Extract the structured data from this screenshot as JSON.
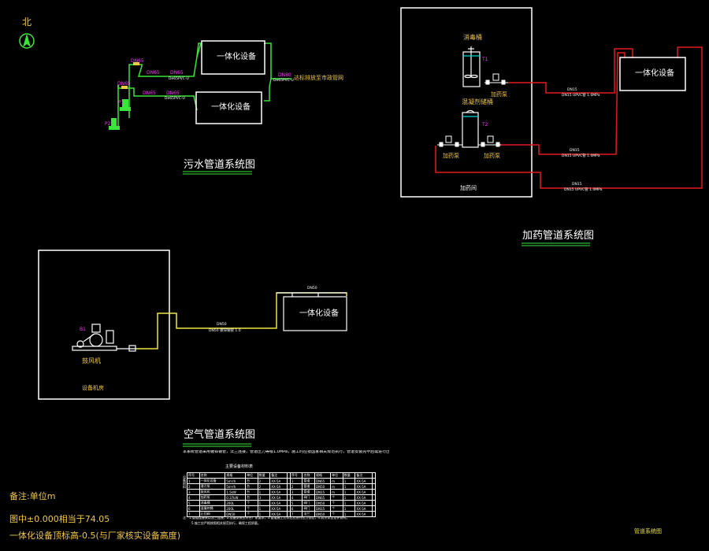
{
  "north_arrow": {
    "label": "北",
    "icon": "north-arrow-icon"
  },
  "sewage_system": {
    "title": "污水管道系统图",
    "equipment": [
      "一体化设备",
      "一体化设备"
    ],
    "pipe_labels": [
      "DN65",
      "DN65",
      "DN65",
      "DN65",
      "DN65",
      "DN65",
      "DN80"
    ],
    "pipe_spec": "De65PVC-U",
    "outlet_label": "达标排放至市政管网",
    "pump_labels": [
      "P1",
      "P2"
    ]
  },
  "dosing_system": {
    "title": "加药管道系统图",
    "room_label": "加药间",
    "tanks": [
      {
        "name": "消毒桶",
        "tag": "T1"
      },
      {
        "name": "混凝剂储桶",
        "tag": "T2"
      }
    ],
    "pumps": [
      "加药泵",
      "加药泵",
      "加药泵"
    ],
    "equipment": "一体化设备",
    "pipe_labels": [
      {
        "dn": "DN15",
        "spec": "DN15 UPVC管 1.0MPa"
      },
      {
        "dn": "DN15",
        "spec": "DN15 UPVC管 1.0MPa"
      },
      {
        "dn": "DN15",
        "spec": "DN15 UPVC管 1.0MPa"
      }
    ]
  },
  "air_system": {
    "title": "空气管道系统图",
    "room_label": "设备机房",
    "blower": {
      "name": "鼓风机",
      "tag": "B1"
    },
    "equipment": "一体化设备",
    "pipe_dn": "DN50",
    "pipe_spec": "DN50 镀锌钢管 1.0",
    "top_label": "DN50",
    "description": "本系统管道采用镀锌钢管，法兰连接，管道压力等级1.0MPa，施工时应按国家相关规范执行，管道安装完毕后需进行压力试验，合格后方可投入使用。"
  },
  "legend_table": {
    "title": "主要设备材料表",
    "side_label": "设备材料",
    "headers": [
      "序号",
      "名称",
      "规格",
      "单位",
      "数量",
      "备注",
      "",
      "序号",
      "名称",
      "规格",
      "单位",
      "数量",
      "备注",
      ""
    ],
    "rows": [
      [
        "1",
        "一体化设备",
        "5m³/h",
        "台",
        "2",
        "XX-5A",
        "",
        "1",
        "管道",
        "DN65",
        "m",
        "1",
        "XX-5A",
        ""
      ],
      [
        "2",
        "潜污泵",
        "5m³/h",
        "台",
        "2",
        "XX-5A",
        "",
        "2",
        "管道",
        "DN50",
        "m",
        "1",
        "XX-5A",
        ""
      ],
      [
        "3",
        "鼓风机",
        "1.5kW",
        "台",
        "1",
        "XX-5A",
        "",
        "3",
        "管道",
        "DN15",
        "m",
        "1",
        "XX-5A",
        ""
      ],
      [
        "4",
        "加药泵",
        "0.37kW",
        "台",
        "3",
        "XX-5A",
        "",
        "4",
        "阀门",
        "DN65",
        "个",
        "1",
        "XX-5A",
        ""
      ],
      [
        "5",
        "消毒桶",
        "200L",
        "个",
        "1",
        "XX-5A",
        "",
        "5",
        "阀门",
        "DN50",
        "个",
        "1",
        "XX-5A",
        ""
      ],
      [
        "6",
        "混凝剂桶",
        "200L",
        "个",
        "1",
        "XX-5A",
        "",
        "6",
        "阀门",
        "DN15",
        "个",
        "1",
        "XX-5A",
        ""
      ],
      [
        "7",
        "止回阀",
        "DN50",
        "个",
        "1",
        "XX-5A",
        "",
        "7",
        "法兰",
        "DN50",
        "个",
        "1",
        "XX-5A",
        ""
      ]
    ],
    "notes": [
      "注：1.管道连接采用法兰连接，2.设备安装应符合厂家要求，3.管道施工完毕后应进行压力试验，4.其余详见设计说明。",
      "5.施工应严格按照相关规范执行，确保工程质量。"
    ]
  },
  "notes": {
    "unit": "备注:单位m",
    "elevation": "图中±0.000相当于74.05",
    "equipment_elevation": "一体化设备顶标高-0.5(与厂家核实设备高度)"
  },
  "drawing_name": "管道系统图",
  "colors": {
    "background": "#000000",
    "sewage_pipe": "#39e639",
    "dosing_pipe": "#e21b1b",
    "air_pipe": "#f0e442",
    "frame": "#ffffff",
    "text_yellow": "#f2c744",
    "tag_magenta": "#ff33ff",
    "water_level": "#00d2d2"
  }
}
